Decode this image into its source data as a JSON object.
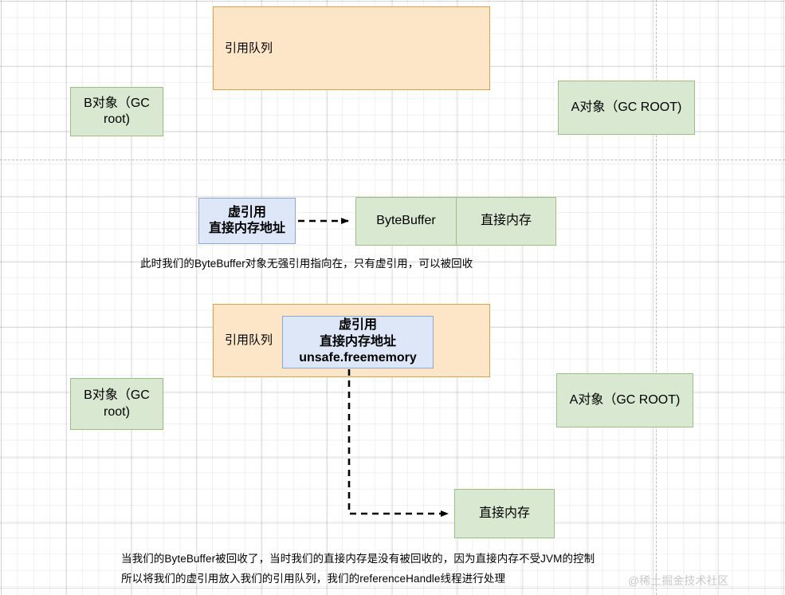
{
  "diagram": {
    "title": "Phantom reference / direct memory reclamation diagram",
    "colors": {
      "green_fill": "#d9e8d1",
      "green_border": "#9cbf8a",
      "orange_fill": "#fde5c8",
      "orange_border": "#d6a447",
      "blue_fill": "#dde7f8",
      "blue_border": "#8fa9cf",
      "arrow": "#000000",
      "grid": "#e8e8e8",
      "watermark": "#c8c8c8"
    },
    "nodes": {
      "ref_queue_top": "引用队列",
      "b_object_top": "B对象（GC root)",
      "a_object_top": "A对象（GC ROOT)",
      "phantom_ref_mid": "虚引用\n直接内存地址",
      "byte_buffer": "ByteBuffer",
      "direct_memory_mid": "直接内存",
      "ref_queue_bottom": "引用队列",
      "phantom_ref_bottom": "虚引用\n直接内存地址\nunsafe.freememory",
      "b_object_bottom": "B对象（GC root)",
      "a_object_bottom": "A对象（GC ROOT)",
      "direct_memory_bottom": "直接内存"
    },
    "captions": {
      "middle": "此时我们的ByteBuffer对象无强引用指向在，只有虚引用，可以被回收",
      "bottom_line1": "当我们的ByteBuffer被回收了，当时我们的直接内存是没有被回收的，因为直接内存不受JVM的控制",
      "bottom_line2": "所以将我们的虚引用放入我们的引用队列，我们的referenceHandle线程进行处理"
    },
    "watermark": "@稀土掘金技术社区"
  }
}
